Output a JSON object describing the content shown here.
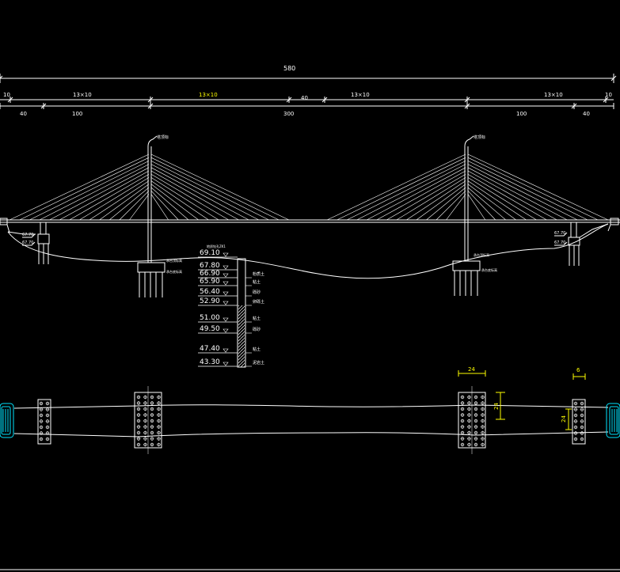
{
  "dimensions": {
    "total": "580",
    "segments": [
      {
        "label": "10",
        "highlight": false
      },
      {
        "label": "13×10",
        "highlight": false
      },
      {
        "label": "13×10",
        "highlight": true
      },
      {
        "label": "40",
        "highlight": false
      },
      {
        "label": "13×10",
        "highlight": false
      },
      {
        "label": "13×10",
        "highlight": false
      },
      {
        "label": "10",
        "highlight": false
      }
    ],
    "spans": [
      "40",
      "100",
      "300",
      "100",
      "40"
    ]
  },
  "tower_labels": [
    "塔顶标",
    "塔顶标"
  ],
  "pier_labels": {
    "left_top": "67.70",
    "left_bottom": "67.70",
    "right_top": "67.70",
    "right_bottom": "67.70"
  },
  "foundation_labels": [
    "承台顶标高",
    "承台底标高",
    "承台顶标高",
    "承台底标高"
  ],
  "soil_profile": {
    "header": "地质钻孔ZK1",
    "layers": [
      {
        "elev": "69.10",
        "soil": ""
      },
      {
        "elev": "67.80",
        "soil": ""
      },
      {
        "elev": "66.90",
        "soil": "粉质土"
      },
      {
        "elev": "65.90",
        "soil": "粘土"
      },
      {
        "elev": "56.40",
        "soil": "砾砂"
      },
      {
        "elev": "52.90",
        "soil": "卵砾土"
      },
      {
        "elev": "51.00",
        "soil": "粘土"
      },
      {
        "elev": "49.50",
        "soil": "砾砂"
      },
      {
        "elev": "47.40",
        "soil": "粘土"
      },
      {
        "elev": "43.30",
        "soil": "泥岩土"
      }
    ]
  },
  "plan_dimensions": {
    "pylon_width": "24",
    "pylon_depth": "24",
    "pier_width": "6",
    "pier_depth": "24"
  },
  "colors": {
    "background": "#000000",
    "line": "#ffffff",
    "highlight": "#ffff00",
    "abutment": "#00e5ff"
  }
}
